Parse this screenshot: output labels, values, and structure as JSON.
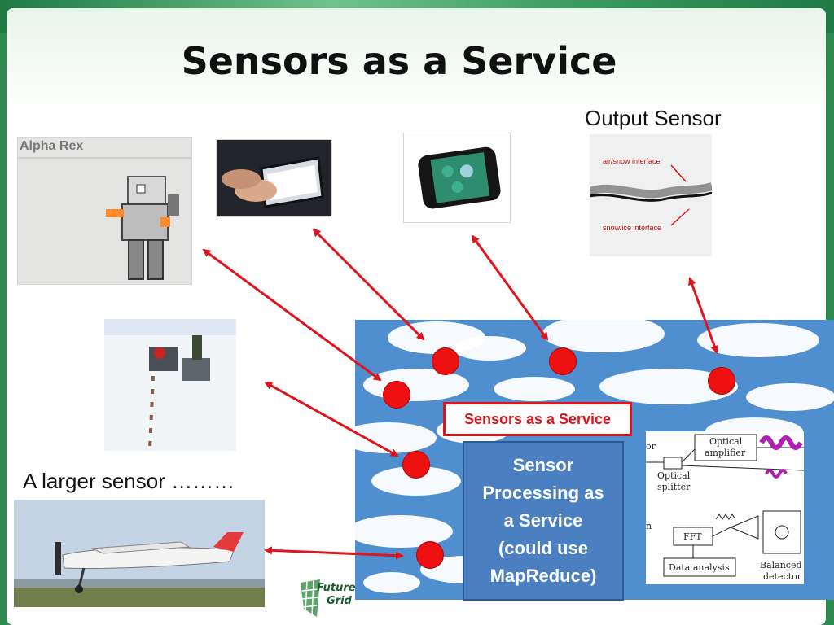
{
  "slide": {
    "title": "Sensors as a Service",
    "output_sensor_caption": "Output Sensor",
    "larger_sensor_caption": "A larger sensor ………",
    "saas_label": "Sensors as a Service",
    "processing_box": "Sensor\nProcessing as\na Service\n(could use\nMapReduce)",
    "logo_line1": "Future",
    "logo_line2": "Grid"
  },
  "images": {
    "robot_label": "Alpha Rex",
    "radar_labels": [
      "air/snow interface",
      "snow/ice interface"
    ]
  },
  "circuit": {
    "labels": [
      "Optical",
      "amplifier",
      "Optical",
      "splitter",
      "FFT",
      "Data analysis",
      "Balanced",
      "detector",
      "or",
      "n"
    ]
  },
  "colors": {
    "arrow": "#e0141c",
    "dot": "#ee1111",
    "cloud_sky": "#4f8fd0",
    "process_box": "#4a7fc1",
    "slide_frame": "#2f8a52"
  }
}
